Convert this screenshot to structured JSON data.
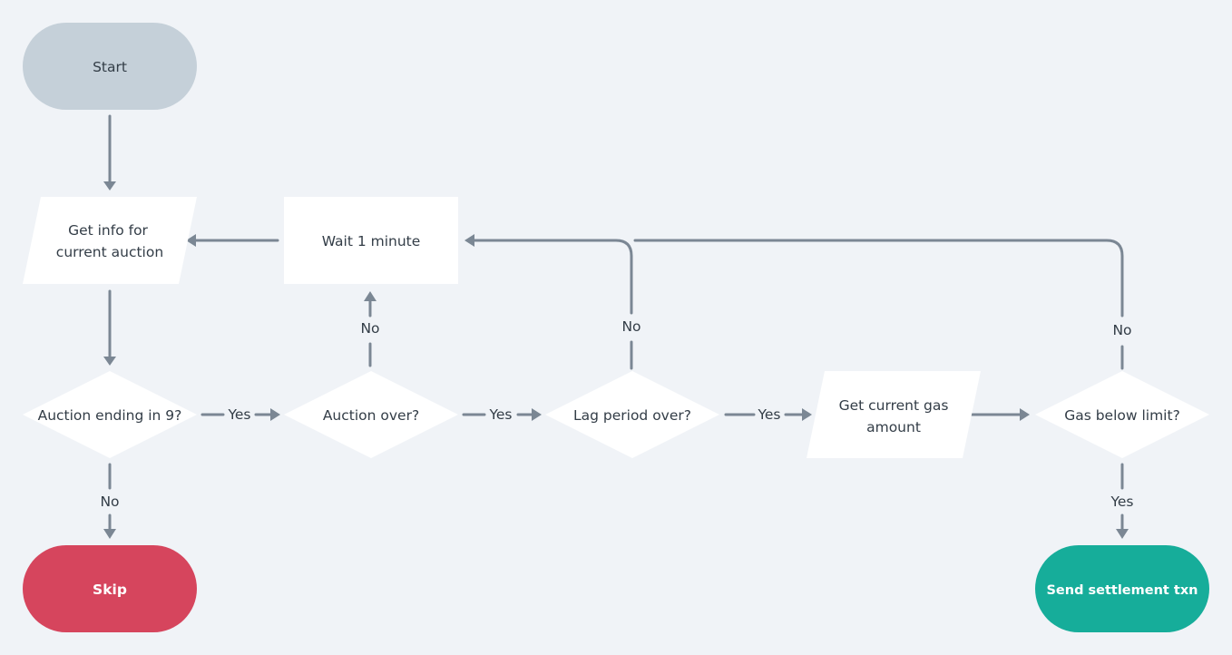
{
  "colors": {
    "background": "#f0f3f7",
    "start": "#c5d0d9",
    "box": "#ffffff",
    "skip": "#d6455d",
    "send": "#16ad9a",
    "edge": "#7b8794",
    "text": "#333d47"
  },
  "nodes": {
    "start": "Start",
    "get_info": [
      "Get info for",
      "current auction"
    ],
    "wait": "Wait 1 minute",
    "auction_ending": "Auction ending in 9?",
    "auction_over": "Auction over?",
    "lag_over": "Lag period over?",
    "get_gas": [
      "Get current gas",
      "amount"
    ],
    "gas_below": "Gas below limit?",
    "skip": "Skip",
    "send": "Send settlement txn"
  },
  "edge_labels": {
    "ending_yes": "Yes",
    "ending_no": "No",
    "over_yes": "Yes",
    "over_no": "No",
    "lag_yes": "Yes",
    "lag_no": "No",
    "gas_no": "No",
    "gas_yes": "Yes"
  }
}
